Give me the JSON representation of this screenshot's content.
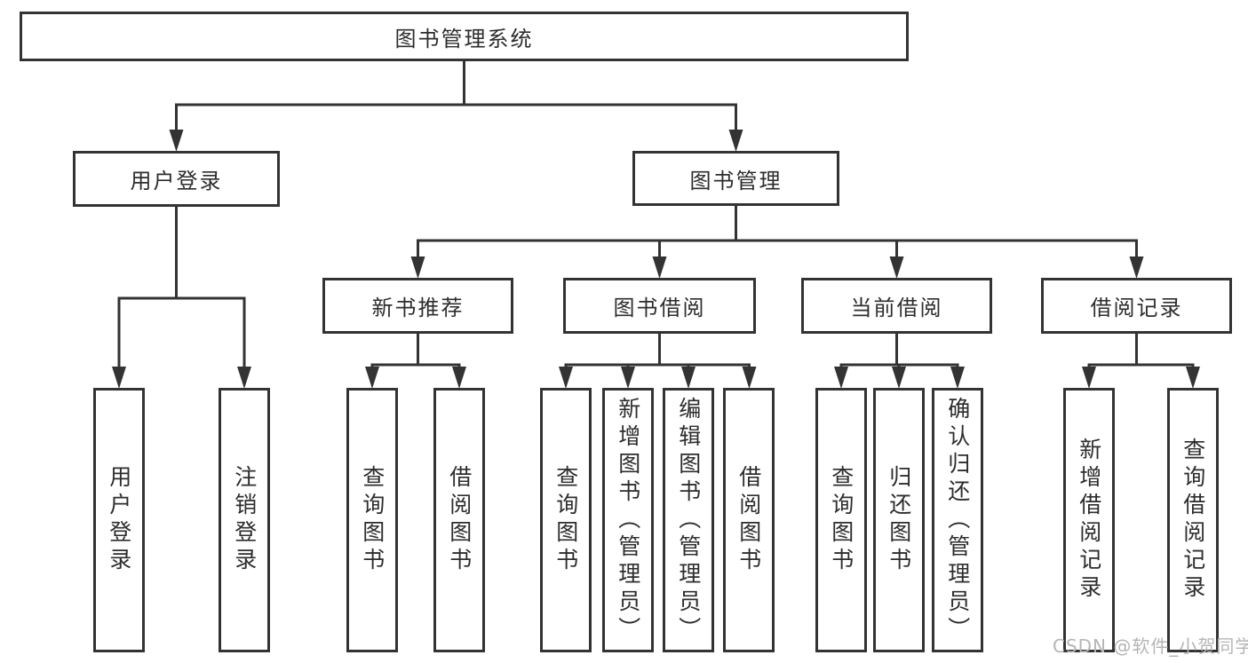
{
  "colors": {
    "line": "#333333",
    "text": "#2d2d2d",
    "background": "#ffffff",
    "watermark": "#b5b5b5"
  },
  "nodes": {
    "root": "图书管理系统",
    "user_login": "用户登录",
    "book_management": "图书管理",
    "new_book_recommend": "新书推荐",
    "book_borrowing": "图书借阅",
    "current_borrowing": "当前借阅",
    "borrowing_records": "借阅记录",
    "ul_user_login": "用户登录",
    "ul_logout": "注销登录",
    "nbr_query_book": "查询图书",
    "nbr_borrow_book": "借阅图书",
    "bb_query_book": "查询图书",
    "bb_add_book": "新增图书（管理员）",
    "bb_edit_book": "编辑图书（管理员）",
    "bb_borrow_book": "借阅图书",
    "cb_query_book": "查询图书",
    "cb_return_book": "归还图书",
    "cb_confirm_return": "确认归还（管理员）",
    "br_add_record": "新增借阅记录",
    "br_query_record": "查询借阅记录"
  },
  "hierarchy": {
    "root": [
      "user_login",
      "book_management"
    ],
    "user_login": [
      "ul_user_login",
      "ul_logout"
    ],
    "book_management": [
      "new_book_recommend",
      "book_borrowing",
      "current_borrowing",
      "borrowing_records"
    ],
    "new_book_recommend": [
      "nbr_query_book",
      "nbr_borrow_book"
    ],
    "book_borrowing": [
      "bb_query_book",
      "bb_add_book",
      "bb_edit_book",
      "bb_borrow_book"
    ],
    "current_borrowing": [
      "cb_query_book",
      "cb_return_book",
      "cb_confirm_return"
    ],
    "borrowing_records": [
      "br_add_record",
      "br_query_record"
    ]
  },
  "watermark": {
    "text": "CSDN @软件_小贺同学"
  }
}
